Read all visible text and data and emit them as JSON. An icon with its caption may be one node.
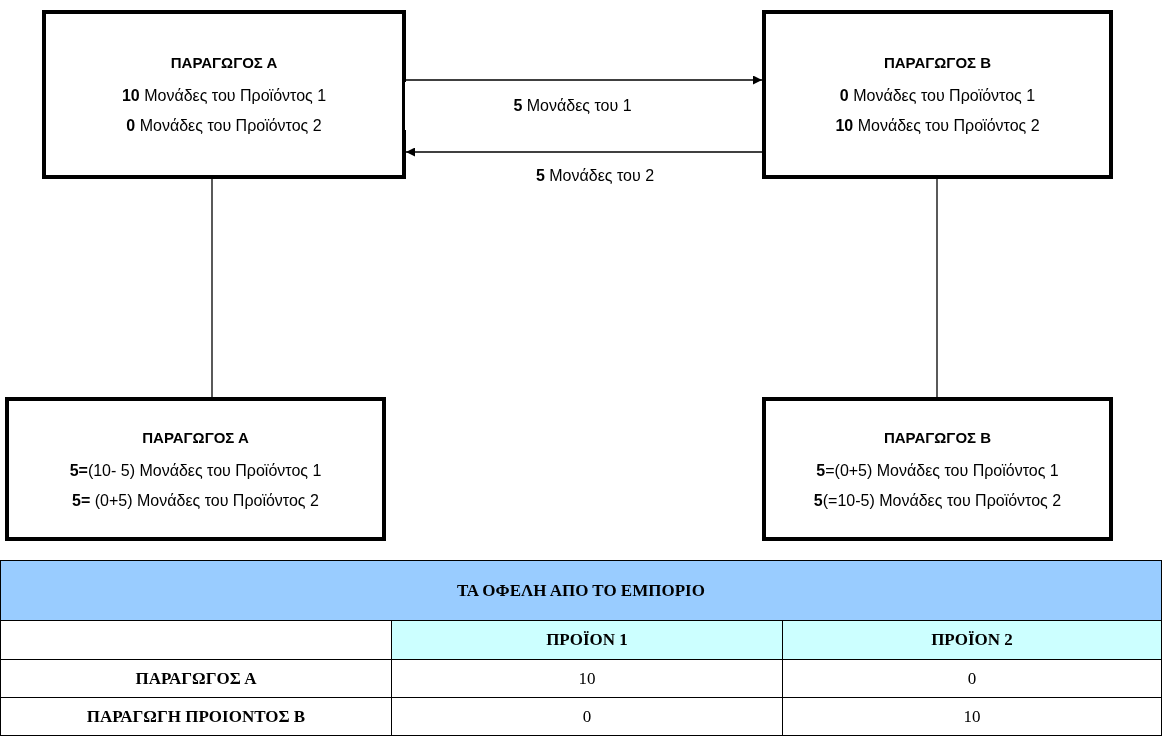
{
  "diagram": {
    "nodes": [
      {
        "text": [
          "ΠΑΡΑΓΩΓΟΣ Α",
          "**10** Μονάδες του Προϊόντος 1",
          "**0** Μονάδες του Προϊόντος 2"
        ]
      },
      {
        "text": [
          "ΠΑΡΑΓΩΓΟΣ Β",
          "**0** Μονάδες του Προϊόντος 1",
          "**10** Μονάδες του Προϊόντος 2"
        ]
      },
      {
        "text": [
          "ΠΑΡΑΓΩΓΟΣ Α",
          "**5=**(10- 5) Μονάδες του Προϊόντος 1",
          "**5=** (0+5) Μονάδες του Προϊόντος 2"
        ]
      },
      {
        "text": [
          "ΠΑΡΑΓΩΓΟΣ Β",
          "**5**=(0+5) Μονάδες του Προϊόντος 1",
          "**5**(=10-5) Μονάδες του Προϊόντος 2"
        ]
      }
    ],
    "edges": [
      {
        "from": 0,
        "to": 1,
        "arrow": "to",
        "label": "**5** Μονάδες του 1"
      },
      {
        "from": 1,
        "to": 0,
        "arrow": "to",
        "label": "**5** Μονάδες του 2"
      },
      {
        "from": 0,
        "to": 2,
        "arrow": "none"
      },
      {
        "from": 1,
        "to": 3,
        "arrow": "none"
      }
    ],
    "labels": [
      "ΤΑ ΟΦΕΛΗ ΑΠΟ ΤΟ ΕΜΠΟΡΙΟ",
      "ΠΡΟΪΟΝ 1",
      "ΠΡΟΪΟΝ 2",
      "ΠΑΡΑΓΩΓΟΣ Α",
      "10",
      "0",
      "ΠΑΡΑΓΩΓΗ ΠΡΟΙΟΝΤΟΣ Β",
      "0",
      "10"
    ]
  }
}
